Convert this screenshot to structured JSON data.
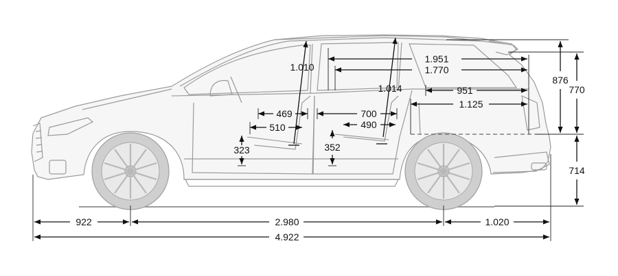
{
  "dimensions": {
    "front_overhang": "922",
    "wheelbase": "2.980",
    "rear_overhang": "1.020",
    "overall_length": "4.922",
    "headroom_front": "1.010",
    "headroom_second_row": "1.014",
    "legroom_front": "469",
    "seat_depth_front": "510",
    "legroom_second_row": "700",
    "seat_depth_second_row": "490",
    "seat_height_front": "323",
    "seat_height_second_row": "352",
    "load_length_second_row": "1.951",
    "load_length_1770": "1.770",
    "load_length_third_row": "951",
    "load_length_1125": "1.125",
    "rear_height_876": "876",
    "rear_height_770": "770",
    "rear_sill_height": "714"
  },
  "colors": {
    "dimension_ink": "#111111",
    "car_outline": "#9a9a9a",
    "tire": "#cfcfcf",
    "background": "#ffffff"
  }
}
